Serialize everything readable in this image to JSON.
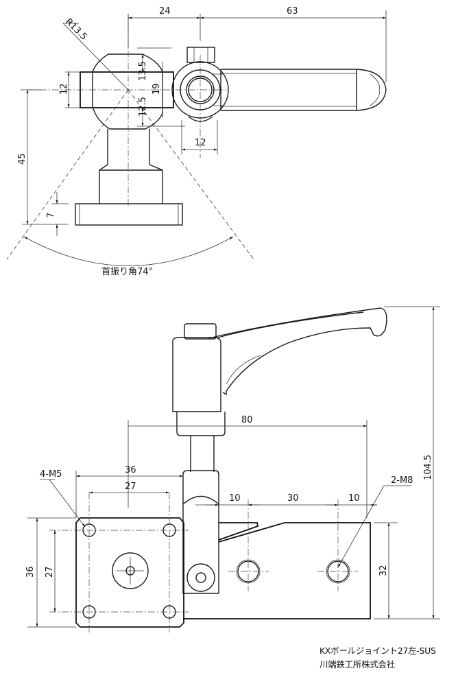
{
  "drawing": {
    "product_name": "KXボールジョイント27左-SUS",
    "manufacturer": "川端鉄工所株式会社",
    "line_color": "#1a1a1a",
    "background": "#ffffff"
  },
  "top_view": {
    "dimensions": {
      "radius": "R13.5",
      "width_left": "24",
      "width_lever": "63",
      "height_upper": "13.5",
      "height_lower": "12.5",
      "height_total": "19",
      "arm_thickness": "12",
      "nut_width": "12",
      "height_45": "45",
      "base_thickness": "7",
      "swing_angle_label": "首振り角74°"
    }
  },
  "front_view": {
    "dimensions": {
      "overall_width": "80",
      "overall_height": "104.5",
      "plate_width_outer": "36",
      "plate_width_inner": "27",
      "plate_height_outer": "36",
      "plate_height_inner": "27",
      "spacing_left": "10",
      "spacing_mid": "30",
      "spacing_right": "10",
      "block_height": "32",
      "thread_label_plate": "4-M5",
      "thread_label_block": "2-M8"
    }
  }
}
